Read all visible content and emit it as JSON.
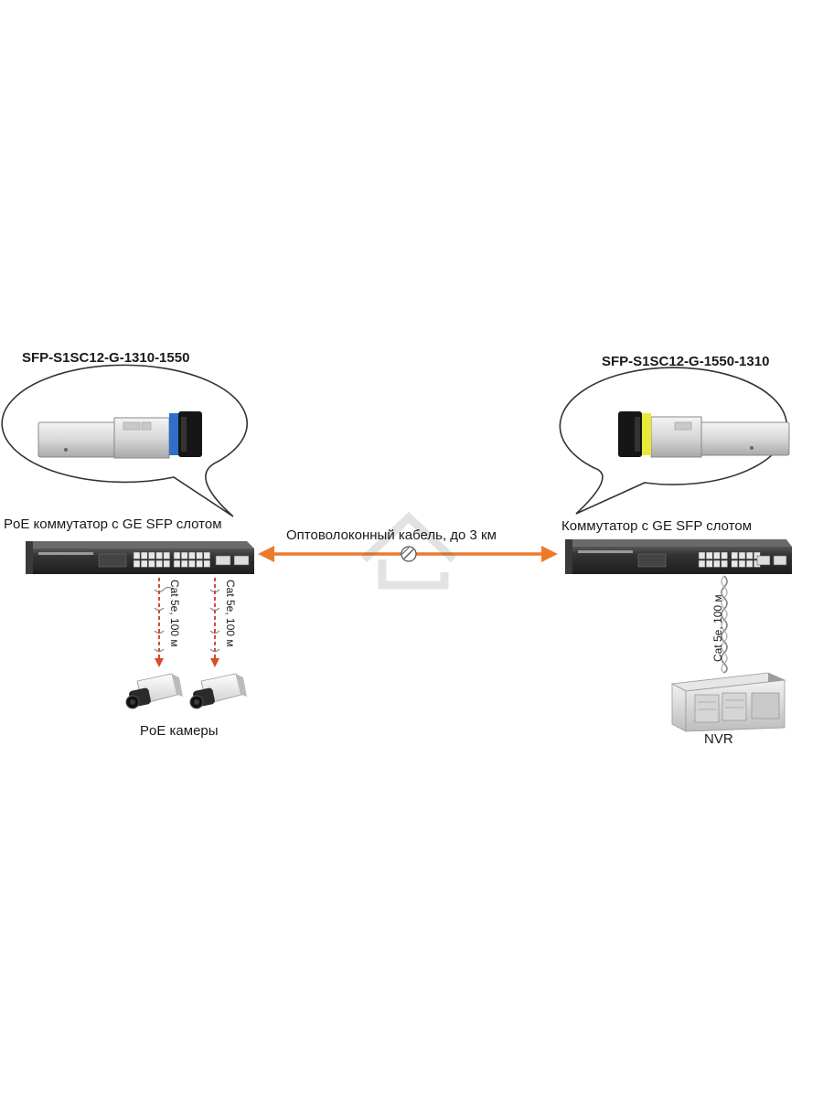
{
  "left_module": {
    "model": "SFP-S1SC12-G-1310-1550",
    "latch_color": "#2f6fc8"
  },
  "right_module": {
    "model": "SFP-S1SC12-G-1550-1310",
    "latch_color": "#e6ea3a"
  },
  "left_switch": {
    "label": "PoE коммутатор с GE SFP слотом"
  },
  "right_switch": {
    "label": "Коммутатор с GE SFP слотом"
  },
  "fiber": {
    "label": "Оптоволоконный кабель, до  3 км",
    "color": "#ec7a2b"
  },
  "camera_links": [
    {
      "label": "Cat 5e, 100 м"
    },
    {
      "label": "Cat 5e, 100 м"
    }
  ],
  "nvr_link": {
    "label": "Cat 5e, 100 м"
  },
  "cameras": {
    "label": "PoE камеры"
  },
  "nvr": {
    "label": "NVR"
  },
  "colors": {
    "dashed_link": "#d94a2a",
    "switch_body": "#2b2b2b"
  }
}
